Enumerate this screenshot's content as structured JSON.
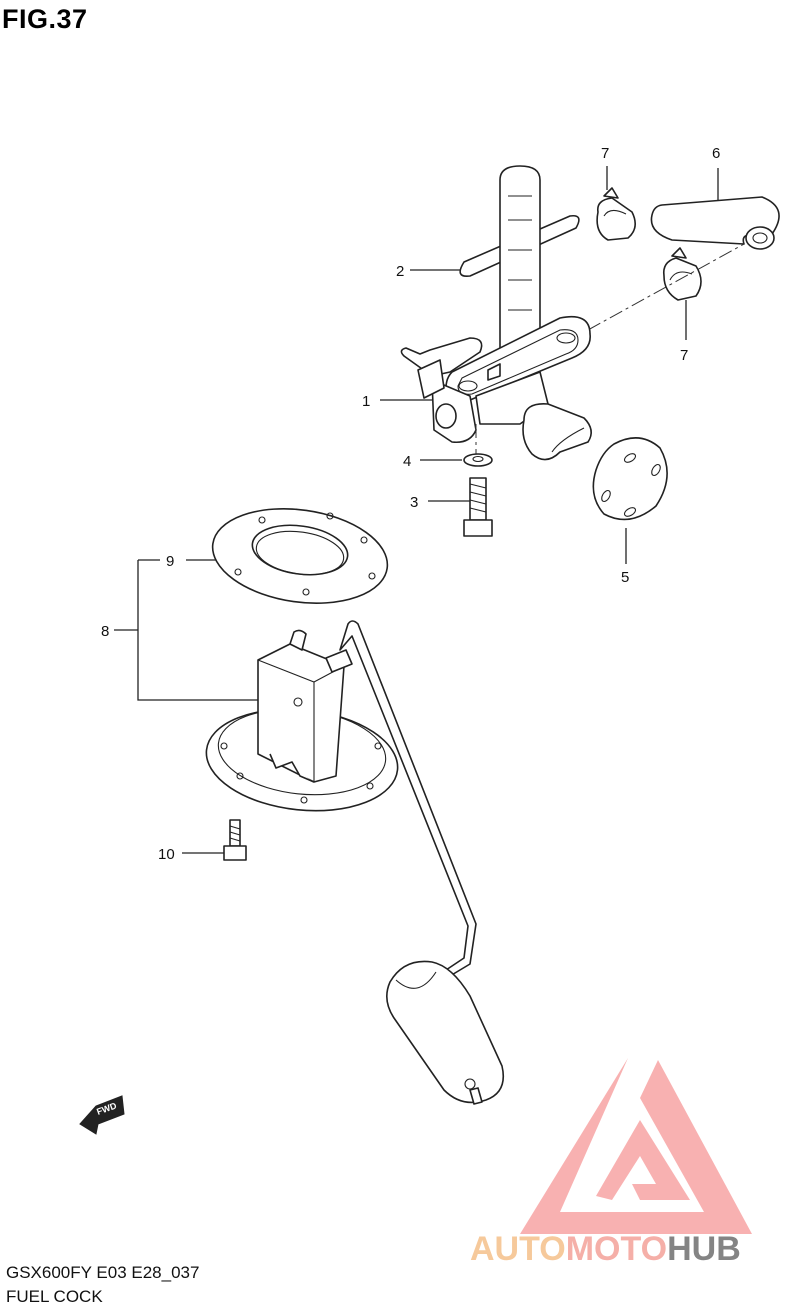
{
  "figure": {
    "title": "FIG.37"
  },
  "footer": {
    "model": "GSX600FY E03 E28_037",
    "name": "FUEL COCK"
  },
  "callouts": [
    "1",
    "2",
    "3",
    "4",
    "5",
    "6",
    "7",
    "7",
    "8",
    "9",
    "10"
  ],
  "fwd_label": "FWD",
  "watermark": {
    "part1": "AUTO",
    "part2": "MOTO",
    "part3": "HUB",
    "colors": {
      "auto": "#f5c08a",
      "moto": "#f4a29a",
      "hub": "#6f6f6f",
      "logo": "#f58d8d"
    }
  }
}
